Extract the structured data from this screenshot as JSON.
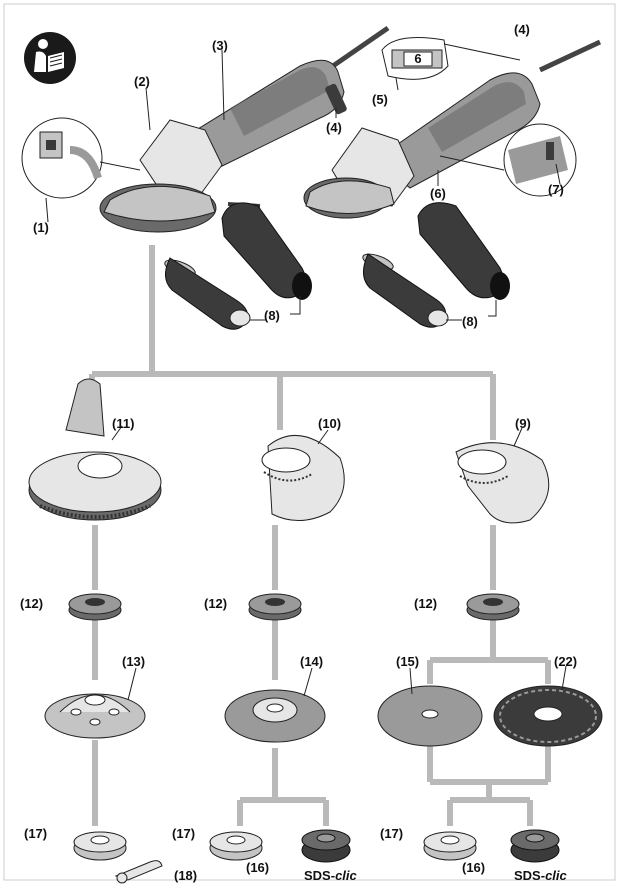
{
  "callouts": {
    "c1": "(1)",
    "c2": "(2)",
    "c3": "(3)",
    "c4a": "(4)",
    "c4b": "(4)",
    "c5": "(5)",
    "c6": "(6)",
    "c7": "(7)",
    "c8a": "(8)",
    "c8b": "(8)",
    "c9": "(9)",
    "c10": "(10)",
    "c11": "(11)",
    "c12a": "(12)",
    "c12b": "(12)",
    "c12c": "(12)",
    "c13": "(13)",
    "c14": "(14)",
    "c15": "(15)",
    "c22": "(22)",
    "c17a": "(17)",
    "c17b": "(17)",
    "c17c": "(17)",
    "c16a": "(16)",
    "c16b": "(16)",
    "c18": "(18)"
  },
  "speed_dial_value": "6",
  "sds_brand": {
    "main": "SDS-",
    "suffix": "clic"
  },
  "colors": {
    "connector": "#b9b9b9",
    "body": "#9a9a9a",
    "body_dark": "#6a6a6a",
    "handle": "#3b3b3b",
    "part_light": "#e6e6e6",
    "part_mid": "#c4c4c4",
    "outline": "#222222"
  }
}
